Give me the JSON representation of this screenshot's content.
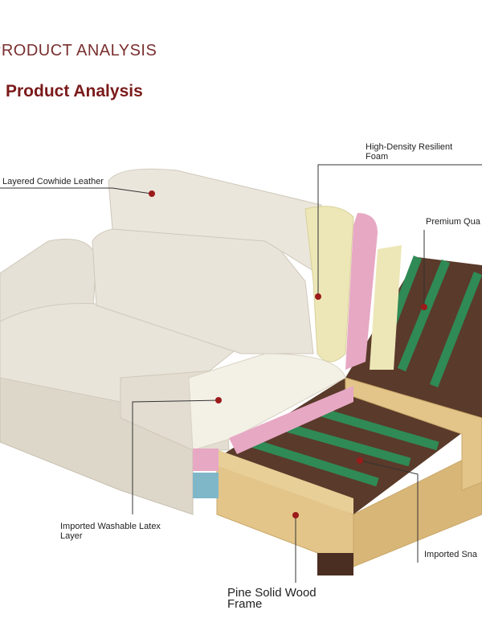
{
  "header": {
    "section_title": "PRODUCT ANALYSIS",
    "title": "Product Analysis"
  },
  "callouts": [
    {
      "id": "leather",
      "label": "Layered Cowhide Leather"
    },
    {
      "id": "foam",
      "label_line1": "High-Density Resilient",
      "label_line2": "Foam"
    },
    {
      "id": "straps",
      "label": "Premium Qua"
    },
    {
      "id": "latex",
      "label_line1": "Imported Washable Latex",
      "label_line2": "Layer"
    },
    {
      "id": "springs",
      "label": "Imported Sna"
    },
    {
      "id": "frame",
      "label_line1": "Pine Solid Wood",
      "label_line2": "Frame"
    }
  ],
  "colors": {
    "accent": "#7b1a1a",
    "marker": "#9b1b1b",
    "leather": "#e6e1d6",
    "foam": "#ede7b8",
    "pink_foam": "#e7a8c4",
    "blue_foam": "#7fb7c9",
    "strap": "#2f8a55",
    "wood": "#e3c58a"
  }
}
